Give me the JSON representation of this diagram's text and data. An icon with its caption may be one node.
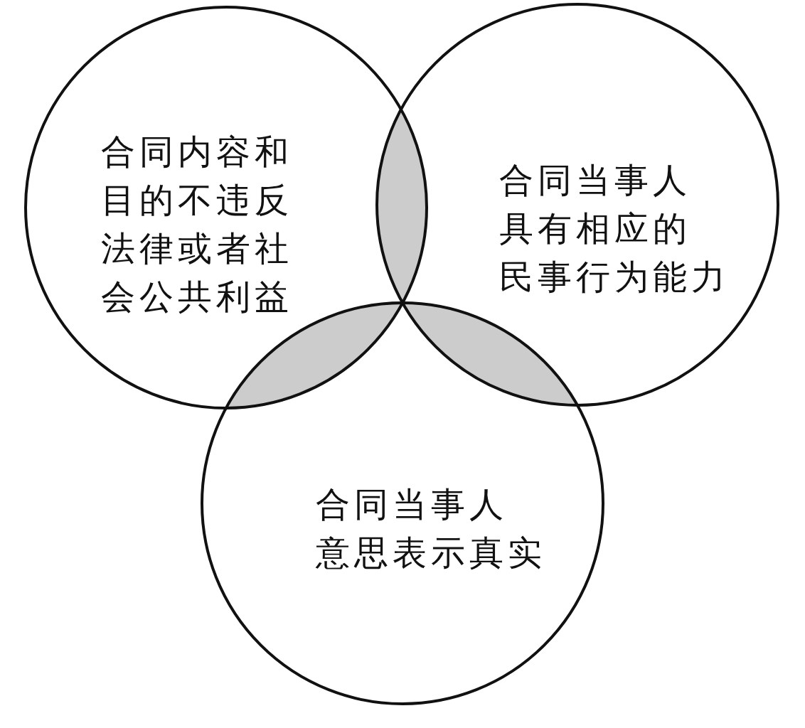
{
  "diagram": {
    "nodes": [
      {
        "text": [
          "合同内容和目的不违反法律或者社会公共利益"
        ]
      },
      {
        "text": [
          "合同当事人具有相应的民事行为能力"
        ]
      },
      {
        "text": [
          "合同当事人意思表示真实"
        ]
      },
      {
        "text": [],
        "shape": "lens"
      },
      {
        "text": [],
        "shape": "lens"
      },
      {
        "text": [],
        "shape": "lens"
      }
    ]
  }
}
